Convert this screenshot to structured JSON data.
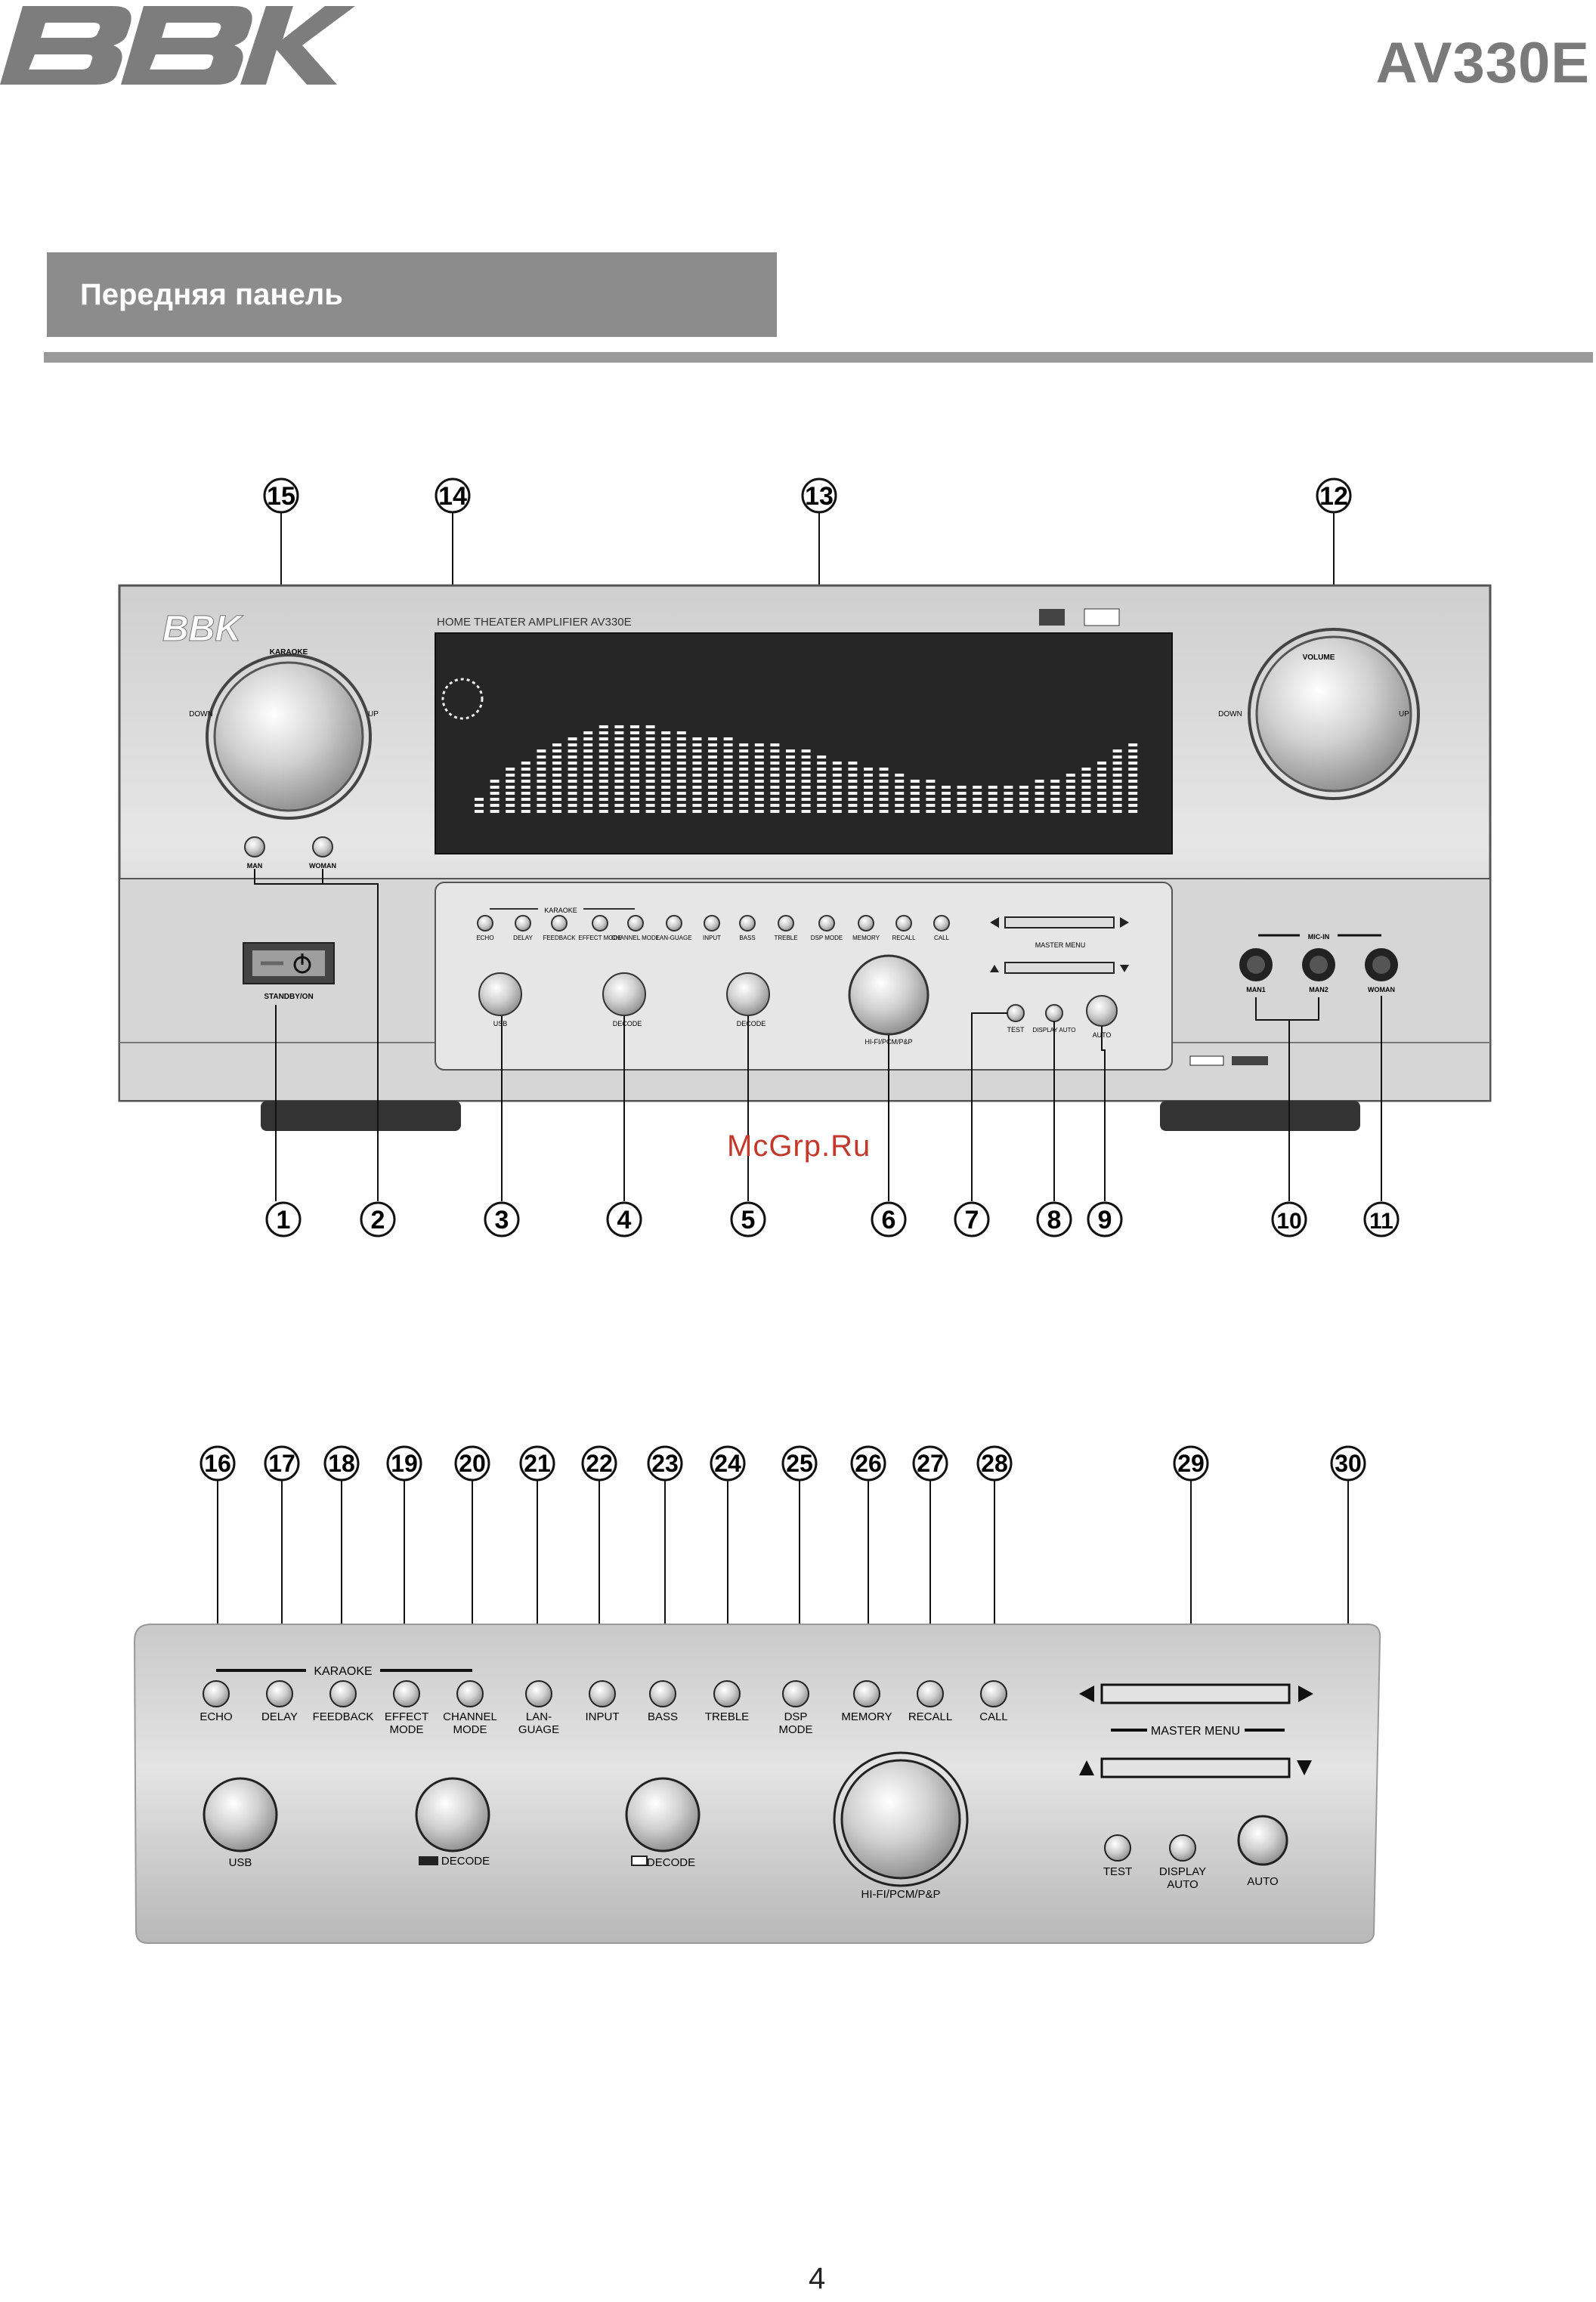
{
  "header": {
    "brand": "BBK",
    "model": "AV330E"
  },
  "section": {
    "title": "Передняя панель"
  },
  "watermark": "McGrp.Ru",
  "page_number": "4",
  "device": {
    "brand_label": "BBK",
    "model_label": "HOME THEATER AMPLIFIER AV330E",
    "karaoke_knob": {
      "title": "KARAOKE",
      "down": "DOWN",
      "up": "UP"
    },
    "volume_knob": {
      "title": "VOLUME",
      "down": "DOWN",
      "up": "UP"
    },
    "small_buttons": {
      "man": "MAN",
      "woman": "WOMAN"
    },
    "standby": "STANDBY/ON",
    "karaoke_group": "KARAOKE",
    "buttons": [
      "ECHO",
      "DELAY",
      "FEEDBACK",
      "EFFECT MODE",
      "CHANNEL MODE",
      "LAN-GUAGE",
      "INPUT",
      "BASS",
      "TREBLE",
      "DSP MODE",
      "MEMORY",
      "RECALL",
      "CALL"
    ],
    "master_menu": "MASTER MENU",
    "knobs": {
      "usb": "USB",
      "decode1": "DECODE",
      "decode2": "DECODE",
      "hifi": "HI-FI/PCM/P&P"
    },
    "test": "TEST",
    "display_auto": "DISPLAY AUTO",
    "auto": "AUTO",
    "mic_in": "MIC-IN",
    "man1": "MAN1",
    "man2": "MAN2",
    "mic_woman": "WOMAN"
  },
  "callouts_top": [
    "15",
    "14",
    "13",
    "12"
  ],
  "callouts_bottom": [
    "1",
    "2",
    "3",
    "4",
    "5",
    "6",
    "7",
    "8",
    "9",
    "10",
    "11"
  ],
  "callouts_detail": [
    "16",
    "17",
    "18",
    "19",
    "20",
    "21",
    "22",
    "23",
    "24",
    "25",
    "26",
    "27",
    "28",
    "29",
    "30"
  ],
  "detail": {
    "karaoke": "KARAOKE",
    "buttons": [
      {
        "l1": "ECHO",
        "l2": ""
      },
      {
        "l1": "DELAY",
        "l2": ""
      },
      {
        "l1": "FEEDBACK",
        "l2": ""
      },
      {
        "l1": "EFFECT",
        "l2": "MODE"
      },
      {
        "l1": "CHANNEL",
        "l2": "MODE"
      },
      {
        "l1": "LAN-",
        "l2": "GUAGE"
      },
      {
        "l1": "INPUT",
        "l2": ""
      },
      {
        "l1": "BASS",
        "l2": ""
      },
      {
        "l1": "TREBLE",
        "l2": ""
      },
      {
        "l1": "DSP",
        "l2": "MODE"
      },
      {
        "l1": "MEMORY",
        "l2": ""
      },
      {
        "l1": "RECALL",
        "l2": ""
      },
      {
        "l1": "CALL",
        "l2": ""
      }
    ],
    "master_menu": "MASTER MENU",
    "usb": "USB",
    "decode1": "DECODE",
    "decode2": "DECODE",
    "hifi": "HI-FI/PCM/P&P",
    "test": "TEST",
    "display_l1": "DISPLAY",
    "display_l2": "AUTO",
    "auto": "AUTO"
  }
}
